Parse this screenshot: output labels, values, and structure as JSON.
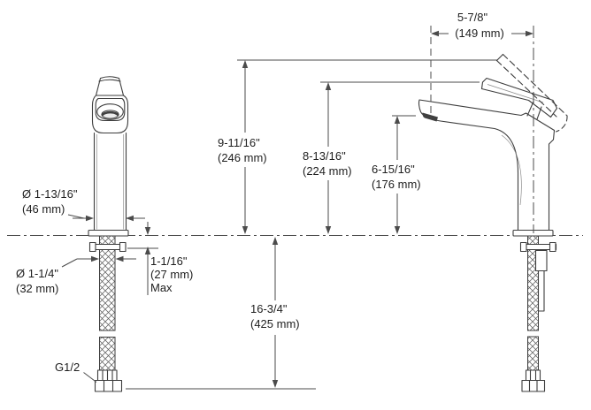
{
  "drawing_type": "faucet-installation-dimension-diagram",
  "labels": {
    "spout_reach_in": "5-7/8\"",
    "spout_reach_mm": "(149 mm)",
    "overall_height_in": "9-11/16\"",
    "overall_height_mm": "(246 mm)",
    "handle_height_in": "8-13/16\"",
    "handle_height_mm": "(224 mm)",
    "spout_height_in": "6-15/16\"",
    "spout_height_mm": "(176 mm)",
    "below_deck_in": "16-3/4\"",
    "below_deck_mm": "(425 mm)",
    "deck_thickness_in": "1-1/16\"",
    "deck_thickness_mm": "(27 mm)",
    "deck_thickness_max": "Max",
    "shank_dia_in": "Ø 1-13/16\"",
    "shank_dia_mm": "(46 mm)",
    "hole_dia_in": "Ø 1-1/4\"",
    "hole_dia_mm": "(32 mm)",
    "thread": "G1/2"
  },
  "colors": {
    "background": "#ffffff",
    "outline": "#3d3d3d",
    "dimension_line": "#4b4b4b",
    "text": "#1e1e1e",
    "aerator_shade": "#404040"
  }
}
